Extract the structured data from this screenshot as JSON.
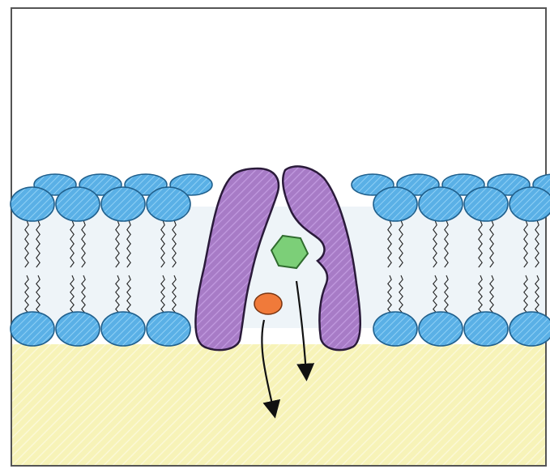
{
  "diagram": {
    "kind": "membrane-channel-transport",
    "colors": {
      "extracellular": "#ffffff",
      "membrane_interior": "#eef4f8",
      "lipid_head": "#5ab0e6",
      "lipid_head_stroke": "#1f5f8c",
      "lipid_tail": "#222222",
      "cytoplasm": "#f7f3b8",
      "channel_protein": "#a77bc6",
      "channel_stroke": "#2a1a3a",
      "solute_hexagon": "#7ccf78",
      "solute_circle": "#f07a3a",
      "arrow": "#111111",
      "frame": "#555555"
    },
    "elements": [
      {
        "name": "extracellular-space"
      },
      {
        "name": "lipid-bilayer"
      },
      {
        "name": "cytoplasm"
      },
      {
        "name": "channel-protein"
      },
      {
        "name": "solute-hexagon"
      },
      {
        "name": "solute-circle"
      },
      {
        "name": "transport-arrows"
      }
    ]
  }
}
